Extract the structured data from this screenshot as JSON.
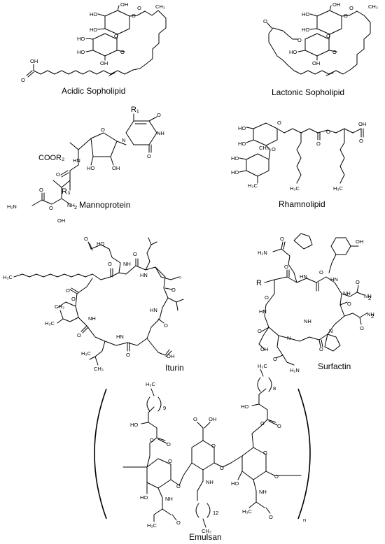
{
  "captions": {
    "acidic_sophorolipid": "Acidic Sopholipid",
    "lactonic_sophorolipid": "Lactonic Sopholipid",
    "mannoprotein": "Mannoprotein",
    "rhamnolipid": "Rhamnolipid",
    "iturin": "Iturin",
    "surfactin": "Surfactin",
    "emulsan": "Emulsan"
  },
  "atoms": {
    "oh": "OH",
    "ho": "HO",
    "o": "O",
    "nh": "NH",
    "hn": "HN",
    "n": "N",
    "nh2": "NH",
    "h2n": "H₂N",
    "h3c": "H₃C",
    "ch3": "CH₃",
    "r1": "R₁",
    "r3": "R₃",
    "coor2": "COOR₂",
    "r": "R",
    "sub_2": "2",
    "c3": "₃",
    "sub_9": "9",
    "sub_8": "8",
    "sub_12": "12",
    "n_repeat": "n"
  }
}
